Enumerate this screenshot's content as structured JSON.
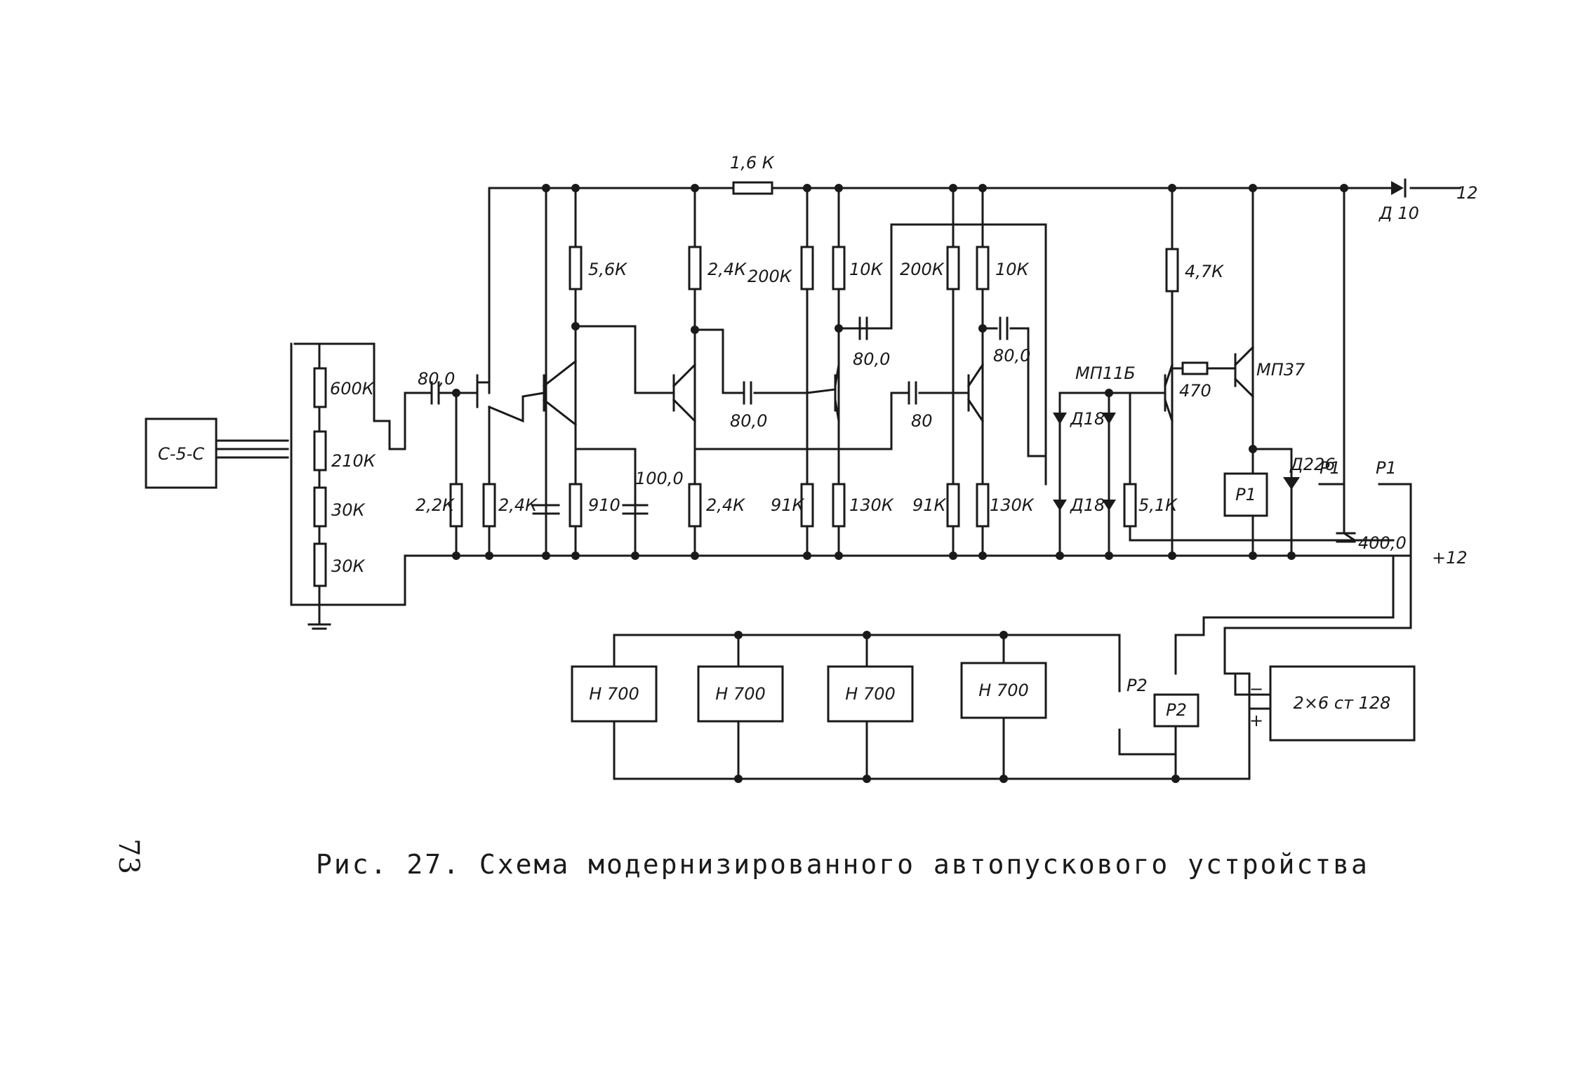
{
  "caption": "Рис. 27. Схема модернизированного автопускового устройства",
  "page_number": "73",
  "blocks": {
    "source": "С-5-С",
    "lamp1": "Н 700",
    "lamp2": "Н 700",
    "lamp3": "Н 700",
    "lamp4": "Н 700",
    "relay1": "P1",
    "relay2": "P2",
    "battery": "2×6 ст 128"
  },
  "rail_labels": {
    "top_supply": "12",
    "bottom_supply": "+12",
    "diode_d10": "Д 10"
  },
  "components": [
    {
      "id": "r-600k",
      "label": "600К"
    },
    {
      "id": "r-210k",
      "label": "210К"
    },
    {
      "id": "r-30k-a",
      "label": "30К"
    },
    {
      "id": "r-30k-b",
      "label": "30К"
    },
    {
      "id": "c-80-in",
      "label": "80,0"
    },
    {
      "id": "r-2-2k",
      "label": "2,2К"
    },
    {
      "id": "r-2-4k-a",
      "label": "2,4К"
    },
    {
      "id": "r-5-6k",
      "label": "5,6К"
    },
    {
      "id": "r-910",
      "label": "910"
    },
    {
      "id": "c-100",
      "label": "100,0"
    },
    {
      "id": "r-2-4k-b",
      "label": "2,4К"
    },
    {
      "id": "r-2-4k-c",
      "label": "2,4К"
    },
    {
      "id": "r-1-6k",
      "label": "1,6 К"
    },
    {
      "id": "c-80-b",
      "label": "80,0"
    },
    {
      "id": "r-200k-a",
      "label": "200К"
    },
    {
      "id": "r-10k-a",
      "label": "10К"
    },
    {
      "id": "c-80-c",
      "label": "80,0"
    },
    {
      "id": "r-91k-a",
      "label": "91К"
    },
    {
      "id": "r-130k-a",
      "label": "130К"
    },
    {
      "id": "c-80-d",
      "label": "80"
    },
    {
      "id": "r-200k-b",
      "label": "200К"
    },
    {
      "id": "r-10k-b",
      "label": "10К"
    },
    {
      "id": "c-80-e",
      "label": "80,0"
    },
    {
      "id": "r-91k-b",
      "label": "91К"
    },
    {
      "id": "r-130k-b",
      "label": "130К"
    },
    {
      "id": "t-mp11b",
      "label": "МП11Б"
    },
    {
      "id": "d-d18-a",
      "label": "Д18"
    },
    {
      "id": "d-d18-b",
      "label": "Д18"
    },
    {
      "id": "r-5-1k",
      "label": "5,1К"
    },
    {
      "id": "r-4-7k",
      "label": "4,7К"
    },
    {
      "id": "r-470",
      "label": "470"
    },
    {
      "id": "t-mp37",
      "label": "МП37"
    },
    {
      "id": "d-d226",
      "label": "Д226"
    },
    {
      "id": "c-400",
      "label": "400,0"
    },
    {
      "id": "contact-p1a",
      "label": "P1"
    },
    {
      "id": "contact-p1b",
      "label": "P1"
    }
  ]
}
